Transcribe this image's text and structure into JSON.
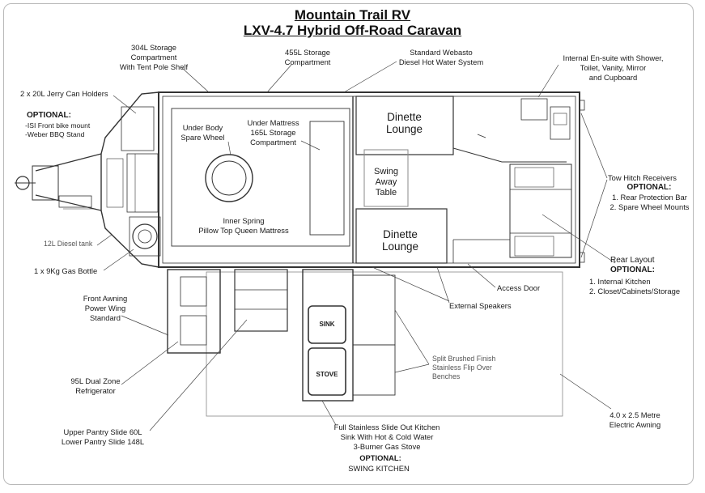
{
  "title": "Mountain Trail RV",
  "subtitle": "LXV-4.7 Hybrid Off-Road Caravan",
  "labels": {
    "storage_304": "304L Storage\nCompartment\nWith Tent Pole Shelf",
    "storage_455": "455L Storage\nCompartment",
    "webasto": "Standard Webasto\nDiesel Hot Water System",
    "ensuite": "Internal En-suite with Shower,\nToilet, Vanity, Mirror\nand Cupboard",
    "jerry_cans": "2 x 20L Jerry Can Holders",
    "optional_front_heading": "OPTIONAL:",
    "optional_front_items": "-ISI Front bike mount\n-Weber BBQ Stand",
    "under_body_wheel": "Under Body\nSpare Wheel",
    "under_mattress": "Under Mattress\n165L Storage\nCompartment",
    "mattress": "Inner Spring\nPillow Top Queen Mattress",
    "diesel_tank": "12L Diesel tank",
    "gas_bottle": "1 x 9Kg Gas Bottle",
    "awning_wing": "Front Awning\nPower Wing\nStandard",
    "fridge": "95L Dual Zone\nRefrigerator",
    "pantry": "Upper Pantry Slide 60L\nLower Pantry Slide 148L",
    "dinette_top": "Dinette\nLounge",
    "dinette_bottom": "Dinette\nLounge",
    "swing_table": "Swing\nAway\nTable",
    "tow_hitch": "Tow Hitch Receivers",
    "tow_optional_heading": "OPTIONAL:",
    "tow_optional_items": "1. Rear Protection Bar\n2. Spare Wheel Mounts",
    "rear_layout": "Rear Layout",
    "rear_optional_heading": "OPTIONAL:",
    "rear_optional_items": "1. Internal Kitchen\n2. Closet/Cabinets/Storage",
    "access_door": "Access Door",
    "speakers": "External Speakers",
    "benches": "Split Brushed Finish\nStainless Flip Over\nBenches",
    "sink": "SINK",
    "stove": "STOVE",
    "kitchen": "Full Stainless Slide Out Kitchen\nSink With Hot & Cold Water\n3-Burner Gas Stove",
    "kitchen_optional_heading": "OPTIONAL:",
    "kitchen_optional_item": "SWING KITCHEN",
    "electric_awning": "4.0 x 2.5 Metre\nElectric Awning"
  }
}
